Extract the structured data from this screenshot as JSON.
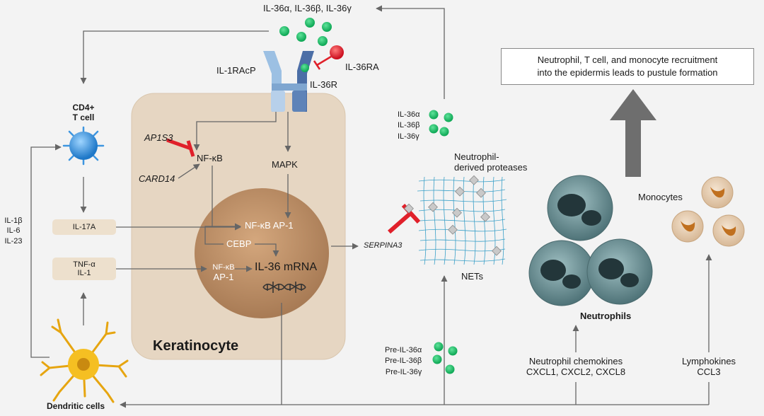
{
  "cytokines_top": "IL-36α, IL-36β, IL-36γ",
  "receptor": {
    "accessory": "IL-1RAcP",
    "main": "IL-36R",
    "antagonist": "IL-36RA"
  },
  "t_cell": {
    "line1": "CD4+",
    "line2": "T cell"
  },
  "left_cytokines": [
    "IL-1β",
    "IL-6",
    "IL-23"
  ],
  "boxes": {
    "il17a": "IL-17A",
    "tnf": "TNF-α",
    "il1": "IL-1"
  },
  "dendritic": "Dendritic cells",
  "keratinocyte": {
    "title": "Keratinocyte",
    "ap1s3": "AP1S3",
    "card14": "CARD14",
    "nfkb": "NF-κB",
    "mapk": "MAPK",
    "nucleus_tf": "NF-κB AP-1",
    "cebp": "CEBP",
    "nfkb2": "NF-κB",
    "ap1": "AP-1",
    "mrna": "IL-36 mRNA"
  },
  "serpina3": "SERPINA3",
  "mid_cytokines": [
    "IL-36α",
    "IL-36β",
    "IL-36γ"
  ],
  "proteases": "Neutrophil-\nderived proteases",
  "nets": "NETs",
  "pre_cytokines": [
    "Pre-IL-36α",
    "Pre-IL-36β",
    "Pre-IL-36γ"
  ],
  "callout": "Neutrophil, T cell, and monocyte recruitment\ninto the epidermis leads to pustule formation",
  "monocytes": "Monocytes",
  "neutrophils": "Neutrophils",
  "chemokines": {
    "line1": "Neutrophil chemokines",
    "line2": "CXCL1, CXCL2, CXCL8"
  },
  "lymphokines": {
    "line1": "Lymphokines",
    "line2": "CCL3"
  },
  "colors": {
    "cytokine_green": "#1fbf6a",
    "inhibitor_red": "#e0202a",
    "cell_body": "#e6d6c2",
    "nucleus": "#b5875f",
    "net_blue": "#3aa0c8",
    "arrow_gray": "#666666"
  }
}
